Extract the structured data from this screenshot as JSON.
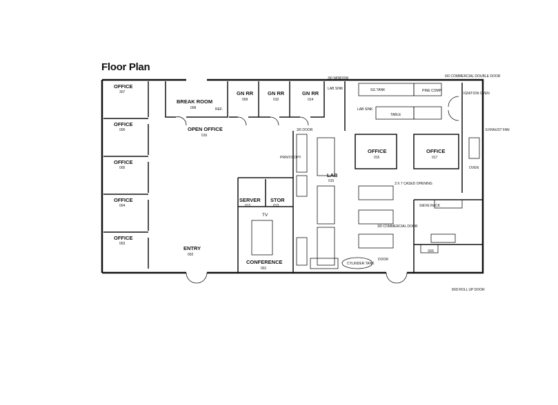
{
  "title": "Floor Plan",
  "rooms": {
    "office_307": {
      "name": "OFFICE",
      "num": "307"
    },
    "office_006": {
      "name": "OFFICE",
      "num": "006"
    },
    "office_005": {
      "name": "OFFICE",
      "num": "005"
    },
    "office_004": {
      "name": "OFFICE",
      "num": "004"
    },
    "office_003": {
      "name": "OFFICE",
      "num": "003"
    },
    "break_room": {
      "name": "BREAK ROOM",
      "num": "008"
    },
    "gnrr_009": {
      "name": "GN RR",
      "num": "009"
    },
    "gnrr_010": {
      "name": "GN RR",
      "num": "010"
    },
    "gnrr_014": {
      "name": "GN RR",
      "num": "014"
    },
    "open_office": {
      "name": "OPEN OFFICE",
      "num": "016"
    },
    "server": {
      "name": "SERVER",
      "num": "012"
    },
    "stor": {
      "name": "STOR",
      "num": "013"
    },
    "entry": {
      "name": "ENTRY",
      "num": "002"
    },
    "conference": {
      "name": "CONFERENCE",
      "num": "001"
    },
    "lab": {
      "name": "LAB",
      "num": "015"
    },
    "office_015": {
      "name": "OFFICE",
      "num": "015"
    },
    "office_017": {
      "name": "OFFICE",
      "num": "017"
    }
  },
  "labels": {
    "ref": "REF.",
    "tv": "TV",
    "print_copy": "PRINT/COPY",
    "lab_sink_top": "LAB SINK",
    "lab_sink_side": "LAB SINK",
    "sg_tank": "SG TANK",
    "pine_comp": "PINE COMP.",
    "ignition_oven": "IGNITION OVEN",
    "oven": "OVEN",
    "exhaust_fan": "EXHAUST FAN",
    "table": "TABLE",
    "x36": "3X6",
    "cased_opening": "3 X 7 CASED OPENING",
    "sieve_rack": "SIEVE RACK",
    "cylinder_tank": "CYLINDER TANK",
    "door_30": "3/0 DOOR",
    "door_30_small": "DOOR",
    "window_30": "3/0 WINDOW",
    "commercial_door_30": "3/0 COMMERCIAL DOOR",
    "commercial_double_door_60": "6/0 COMMERCIAL DOUBLE DOOR",
    "roll_up_door": "8X8 ROLL UP DOOR"
  }
}
